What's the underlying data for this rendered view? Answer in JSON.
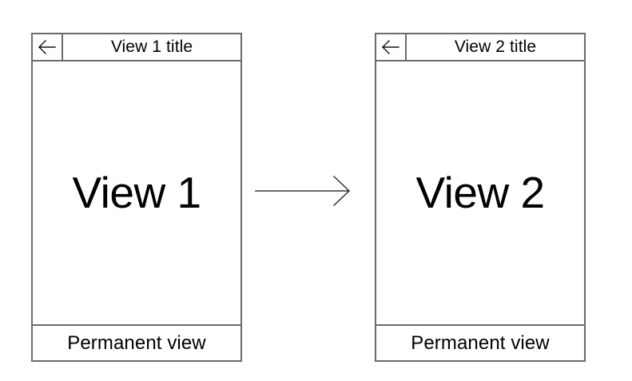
{
  "diagram": {
    "type": "ui-flow-wireframe",
    "title": "",
    "transition": {
      "icon": "right-arrow-icon",
      "label": ""
    },
    "colors": {
      "frame_border": "#6b6b6b",
      "background": "#ffffff",
      "text": "#000000",
      "arrow": "#333333"
    },
    "views": [
      {
        "id": "view-1",
        "back_icon": "back-arrow-icon",
        "title": "View 1 title",
        "content_label": "View 1",
        "permanent_label": "Permanent view"
      },
      {
        "id": "view-2",
        "back_icon": "back-arrow-icon",
        "title": "View 2 title",
        "content_label": "View 2",
        "permanent_label": "Permanent view"
      }
    ]
  }
}
